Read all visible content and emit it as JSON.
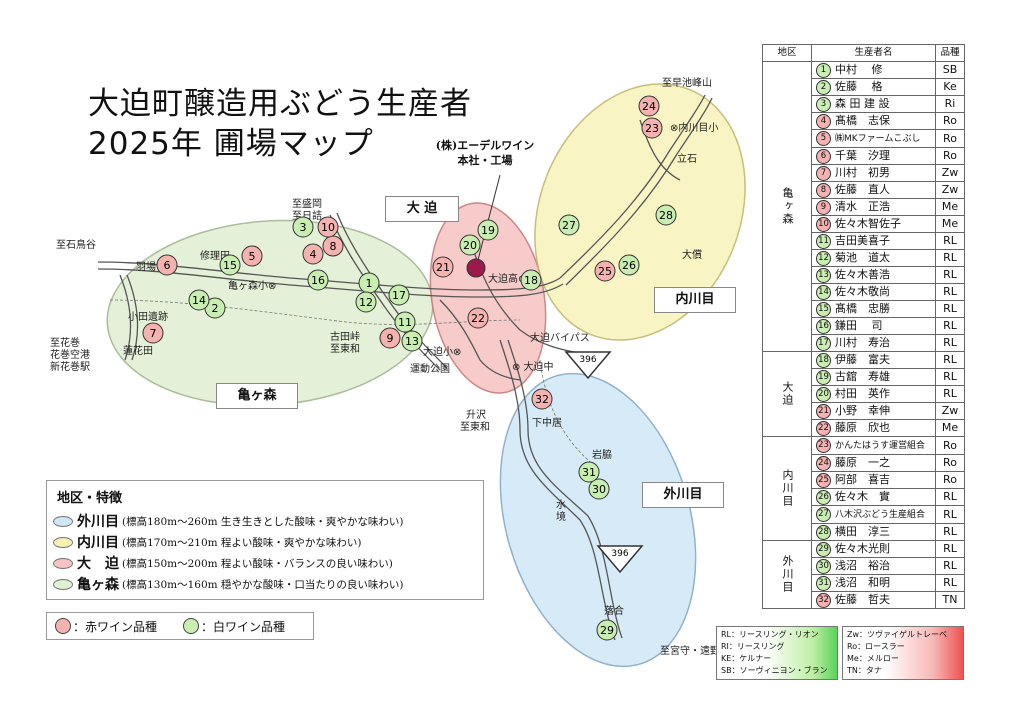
{
  "title": {
    "line1": "大迫町醸造用ぶどう生産者",
    "line2": "2025年 圃場マップ"
  },
  "winery": {
    "line1": "(株)エーデルワイン",
    "line2": "本社・工場"
  },
  "areas": {
    "omagari": "大 迫",
    "uchikawame": "内川目",
    "sotokawame": "外川目",
    "kamegamori": "亀ヶ森"
  },
  "place_labels": {
    "hayachine": "至早池峰山",
    "uchikawame_school": "⊗内川目小",
    "tateishi": "立石",
    "taibara": "大償",
    "morioka": "至盛岡\n至日詰",
    "ishidoriya": "至石鳥谷",
    "shuurida": "修理田",
    "hanyu": "羽場",
    "kamegamori_school": "亀ヶ森小⊗",
    "oda_iseki": "小田遺跡",
    "rengeda": "蓮花田",
    "hanamaki": "至花巻\n花巻空港\n新花巻駅",
    "kotatoge": "古田峠\n至東和",
    "omagari_school": "大迫小⊗",
    "undo_koen": "運動公園",
    "omagari_high": "大迫高⊗",
    "bypass": "大迫バイパス",
    "omagari_junior": "⊗ 大迫中",
    "masuzawa": "升沢\n至東和",
    "shimonakai": "下中居",
    "iwawaki": "岩脇",
    "mizuzakai": "水\n境",
    "ochiai": "落合",
    "miyamori": "至宮守・遠野",
    "route": "396"
  },
  "legend": {
    "title": "地区・特徴",
    "rows": [
      {
        "name": "外川目",
        "desc": "(標高180m～260m 生き生きとした酸味・爽やかな味わい)",
        "color": "#cfe6f7"
      },
      {
        "name": "内川目",
        "desc": "(標高170m～210m 程よい酸味・爽やかな味わい)",
        "color": "#f7f2b4"
      },
      {
        "name": "大　迫",
        "desc": "(標高150m～200m 程よい酸味・バランスの良い味わい)",
        "color": "#f6c4c2"
      },
      {
        "name": "亀ヶ森",
        "desc": "(標高130m～160m 穏やかな酸味・口当たりの良い味わい)",
        "color": "#e1efd2"
      }
    ],
    "red_label": "：赤ワイン品種",
    "white_label": "：白ワイン品種"
  },
  "table": {
    "headers": [
      "地区",
      "生産者名",
      "品種"
    ],
    "groups": [
      {
        "district": "亀ヶ森",
        "rows": [
          {
            "no": "1",
            "name": "中村　 修",
            "variety": "SB",
            "color": "green"
          },
          {
            "no": "2",
            "name": "佐藤　 格",
            "variety": "Ke",
            "color": "green"
          },
          {
            "no": "3",
            "name": "森 田 建 設",
            "variety": "Ri",
            "color": "green"
          },
          {
            "no": "4",
            "name": "髙橋　志保",
            "variety": "Ro",
            "color": "red"
          },
          {
            "no": "5",
            "name": "㈱MKファームこぶし",
            "variety": "Ro",
            "color": "red"
          },
          {
            "no": "6",
            "name": "千葉　汐理",
            "variety": "Ro",
            "color": "red"
          },
          {
            "no": "7",
            "name": "川村　初男",
            "variety": "Zw",
            "color": "red"
          },
          {
            "no": "8",
            "name": "佐藤　直人",
            "variety": "Zw",
            "color": "red"
          },
          {
            "no": "9",
            "name": "清水　正浩",
            "variety": "Me",
            "color": "red"
          },
          {
            "no": "10",
            "name": "佐々木智佐子",
            "variety": "Me",
            "color": "red"
          },
          {
            "no": "11",
            "name": "吉田美喜子",
            "variety": "RL",
            "color": "green"
          },
          {
            "no": "12",
            "name": "菊池　道太",
            "variety": "RL",
            "color": "green"
          },
          {
            "no": "13",
            "name": "佐々木善浩",
            "variety": "RL",
            "color": "green"
          },
          {
            "no": "14",
            "name": "佐々木敬尚",
            "variety": "RL",
            "color": "green"
          },
          {
            "no": "15",
            "name": "髙橋　忠勝",
            "variety": "RL",
            "color": "green"
          },
          {
            "no": "16",
            "name": "鎌田　 司",
            "variety": "RL",
            "color": "green"
          },
          {
            "no": "17",
            "name": "川村　寿治",
            "variety": "RL",
            "color": "green"
          }
        ]
      },
      {
        "district": "大迫",
        "rows": [
          {
            "no": "18",
            "name": "伊藤　富夫",
            "variety": "RL",
            "color": "green"
          },
          {
            "no": "19",
            "name": "古舘　寿雄",
            "variety": "RL",
            "color": "green"
          },
          {
            "no": "20",
            "name": "村田　英作",
            "variety": "RL",
            "color": "green"
          },
          {
            "no": "21",
            "name": "小野　幸伸",
            "variety": "Zw",
            "color": "red"
          },
          {
            "no": "22",
            "name": "藤原　欣也",
            "variety": "Me",
            "color": "red"
          }
        ]
      },
      {
        "district": "内川目",
        "rows": [
          {
            "no": "23",
            "name": "かんたはうす運営組合",
            "variety": "Ro",
            "color": "red"
          },
          {
            "no": "24",
            "name": "藤原　一之",
            "variety": "Ro",
            "color": "red"
          },
          {
            "no": "25",
            "name": "阿部　喜吉",
            "variety": "Ro",
            "color": "red"
          },
          {
            "no": "26",
            "name": "佐々木　實",
            "variety": "RL",
            "color": "green"
          },
          {
            "no": "27",
            "name": "八木沢ぶどう生産組合",
            "variety": "RL",
            "color": "green"
          },
          {
            "no": "28",
            "name": "横田　淳三",
            "variety": "RL",
            "color": "green"
          }
        ]
      },
      {
        "district": "外川目",
        "rows": [
          {
            "no": "29",
            "name": "佐々木光則",
            "variety": "RL",
            "color": "green"
          },
          {
            "no": "30",
            "name": "浅沼　裕治",
            "variety": "RL",
            "color": "green"
          },
          {
            "no": "31",
            "name": "浅沼　和明",
            "variety": "RL",
            "color": "green"
          },
          {
            "no": "32",
            "name": "佐藤　哲夫",
            "variety": "TN",
            "color": "red"
          }
        ]
      }
    ]
  },
  "variety_legend": {
    "white": [
      "RL：リースリング・リオン",
      "RI：リースリング",
      "KE：ケルナー",
      "SB：ソーヴィニヨン・ブラン"
    ],
    "red": [
      "Zw：ツヴァイゲルトレーベ",
      "Ro：ロースラー",
      "Me：メルロー",
      "TN：タナ"
    ]
  },
  "markers": [
    {
      "no": "1",
      "color": "green"
    },
    {
      "no": "2",
      "color": "green"
    },
    {
      "no": "3",
      "color": "green"
    },
    {
      "no": "4",
      "color": "red"
    },
    {
      "no": "5",
      "color": "red"
    },
    {
      "no": "6",
      "color": "red"
    },
    {
      "no": "7",
      "color": "red"
    },
    {
      "no": "8",
      "color": "red"
    },
    {
      "no": "9",
      "color": "red"
    },
    {
      "no": "10",
      "color": "red"
    },
    {
      "no": "11",
      "color": "green"
    },
    {
      "no": "12",
      "color": "green"
    },
    {
      "no": "13",
      "color": "green"
    },
    {
      "no": "14",
      "color": "green"
    },
    {
      "no": "15",
      "color": "green"
    },
    {
      "no": "16",
      "color": "green"
    },
    {
      "no": "17",
      "color": "green"
    },
    {
      "no": "18",
      "color": "green"
    },
    {
      "no": "19",
      "color": "green"
    },
    {
      "no": "20",
      "color": "green"
    },
    {
      "no": "21",
      "color": "red"
    },
    {
      "no": "22",
      "color": "red"
    },
    {
      "no": "23",
      "color": "red"
    },
    {
      "no": "24",
      "color": "red"
    },
    {
      "no": "25",
      "color": "red"
    },
    {
      "no": "26",
      "color": "green"
    },
    {
      "no": "27",
      "color": "green"
    },
    {
      "no": "28",
      "color": "green"
    },
    {
      "no": "29",
      "color": "green"
    },
    {
      "no": "30",
      "color": "green"
    },
    {
      "no": "31",
      "color": "green"
    },
    {
      "no": "32",
      "color": "red"
    }
  ],
  "colors": {
    "red_marker": "#f4b3b0",
    "green_marker": "#c9eeb2",
    "winery": "#9b1a4b"
  }
}
